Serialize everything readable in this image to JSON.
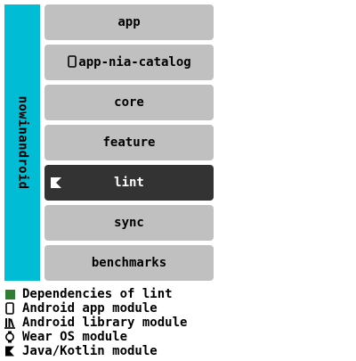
{
  "project": {
    "name": "nowinandroid",
    "color": "#00bcd4"
  },
  "modules": [
    {
      "label": "app",
      "icon": null,
      "selected": false
    },
    {
      "label": "app-nia-catalog",
      "icon": "phone-icon",
      "selected": false
    },
    {
      "label": "core",
      "icon": null,
      "selected": false
    },
    {
      "label": "feature",
      "icon": null,
      "selected": false
    },
    {
      "label": "lint",
      "icon": "kotlin-icon",
      "selected": true
    },
    {
      "label": "sync",
      "icon": null,
      "selected": false
    },
    {
      "label": "benchmarks",
      "icon": null,
      "selected": false
    }
  ],
  "colors": {
    "module_fill": "#c0c0c0",
    "selected_fill": "#333333",
    "dependency": "#2e7d32"
  },
  "legend": [
    {
      "icon": "green-swatch",
      "label": "Dependencies of lint"
    },
    {
      "icon": "phone-icon",
      "label": "Android app module"
    },
    {
      "icon": "library-icon",
      "label": "Android library module"
    },
    {
      "icon": "watch-icon",
      "label": "Wear OS module"
    },
    {
      "icon": "kotlin-icon",
      "label": "Java/Kotlin module"
    }
  ]
}
